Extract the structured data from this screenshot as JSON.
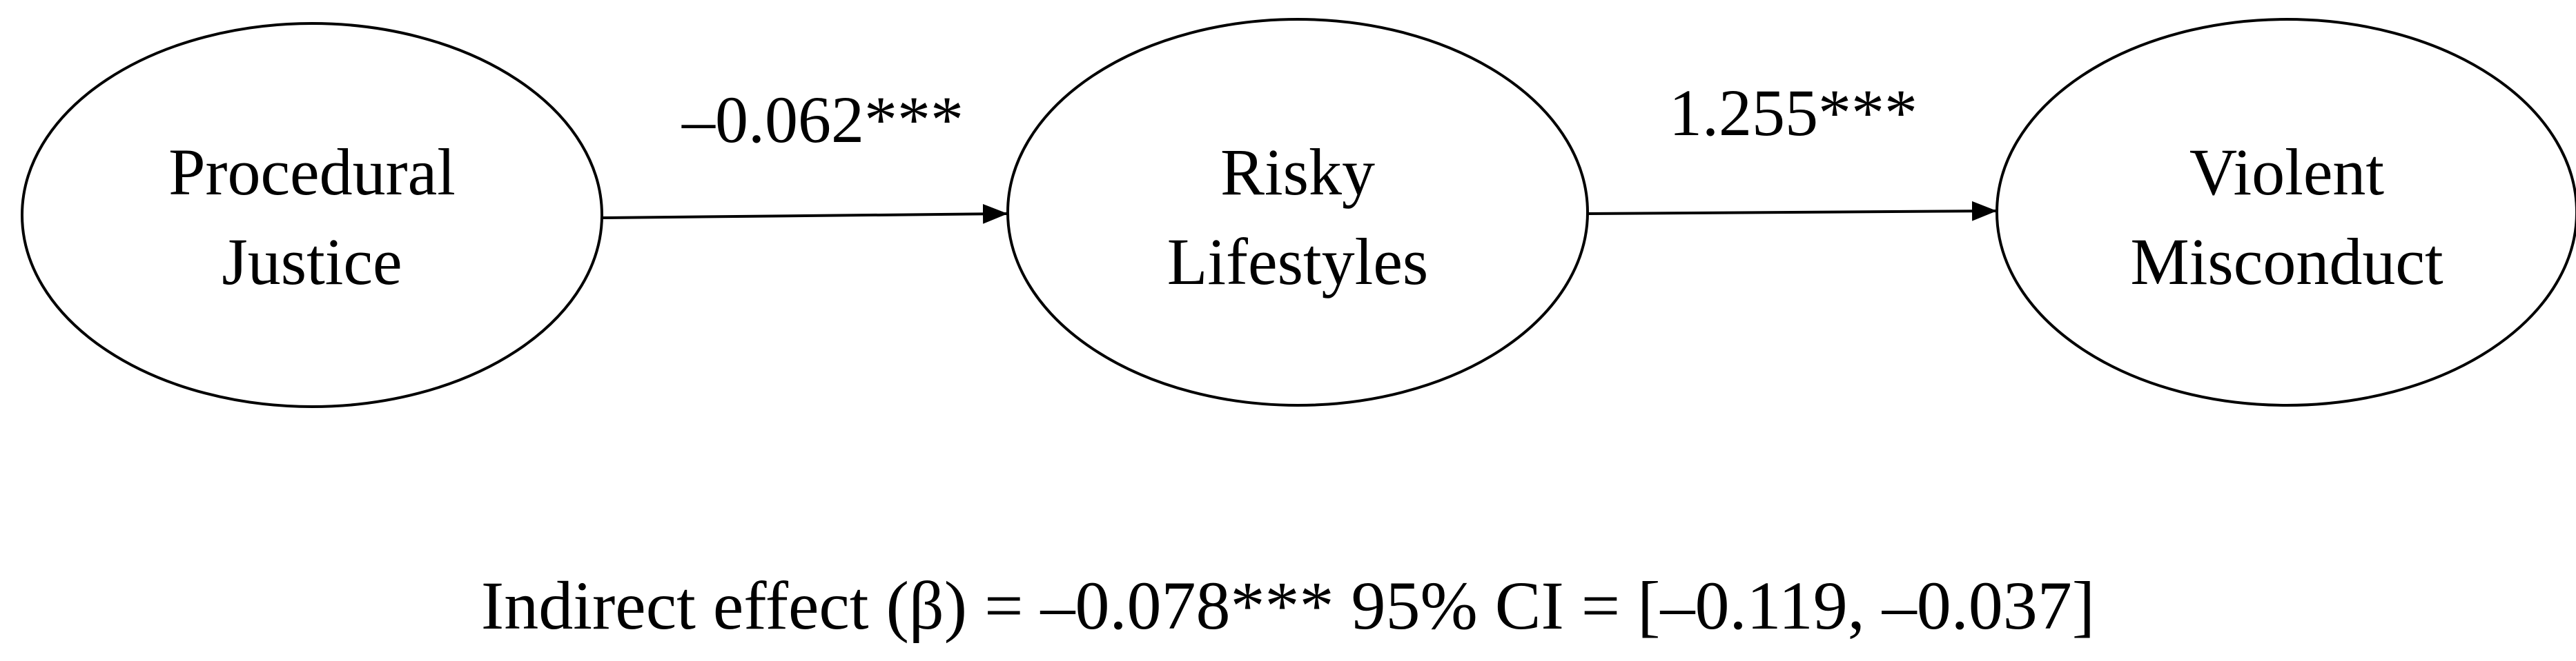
{
  "nodes": [
    {
      "lines": [
        "Procedural",
        "Justice"
      ]
    },
    {
      "lines": [
        "Risky",
        "Lifestyles"
      ]
    },
    {
      "lines": [
        "Violent",
        "Misconduct"
      ]
    }
  ],
  "edges": [
    {
      "label": "–0.062***"
    },
    {
      "label": "1.255***"
    }
  ],
  "footer": {
    "text": "Indirect effect (β) = –0.078*** 95% CI = [–0.119, –0.037]"
  },
  "colors": {
    "stroke": "#000000",
    "background": "#ffffff"
  }
}
